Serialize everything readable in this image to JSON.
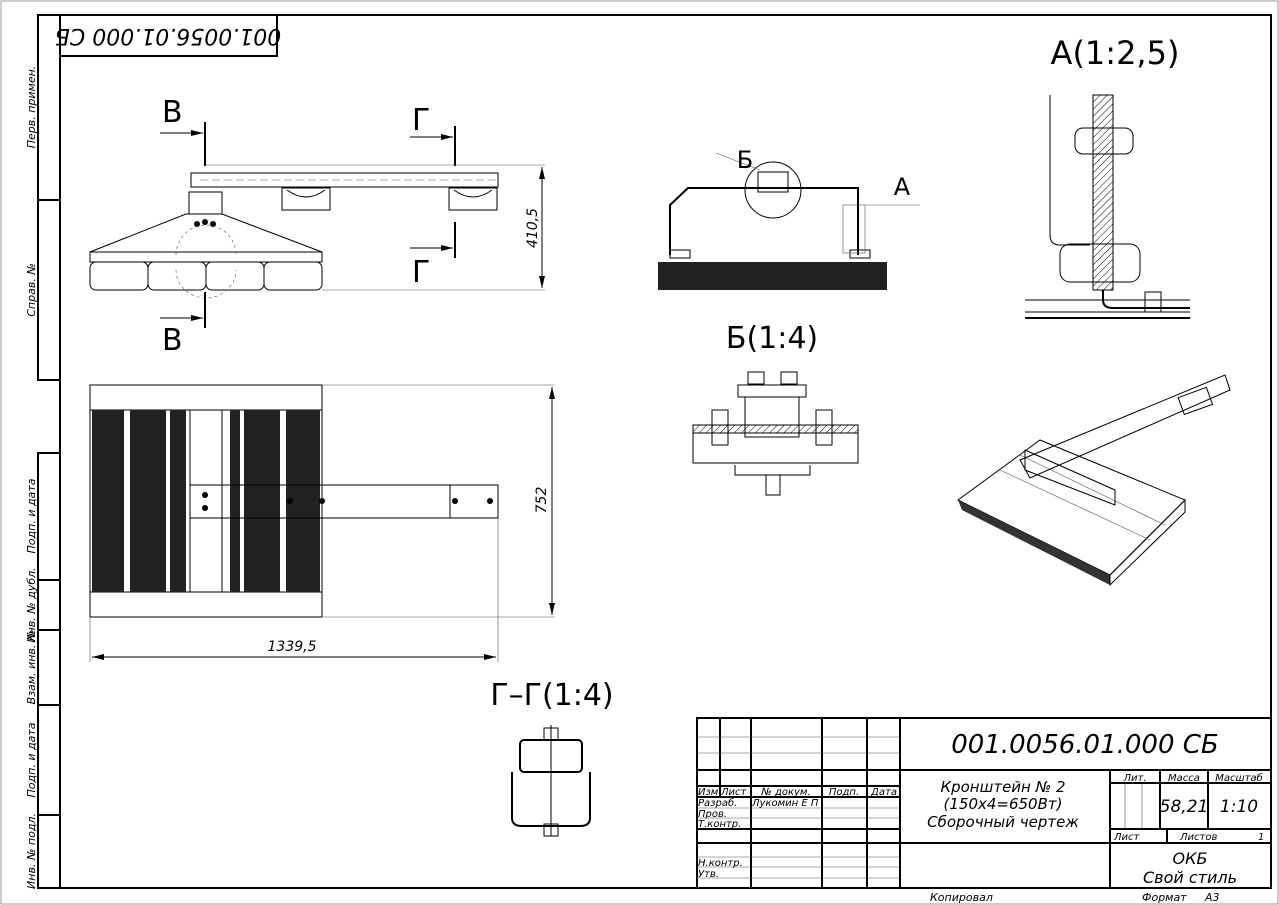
{
  "stamp_top": "001.0056.01.000 СБ",
  "side_strip": [
    "Перв. примен.",
    "Справ. №",
    "Подп. и дата",
    "Инв. № дубл.",
    "Взам. инв. №",
    "Подп. и дата",
    "Инв. № подл."
  ],
  "views": {
    "section_v": "В",
    "section_g": "Г",
    "label_a": "А",
    "label_b": "Б",
    "detail_a_title": "А(1:2,5)",
    "detail_b_title": "Б(1:4)",
    "section_gg_title": "Г–Г(1:4)"
  },
  "dimensions": {
    "height": "410,5",
    "depth": "752",
    "length": "1339,5"
  },
  "title_block": {
    "designation": "001.0056.01.000 СБ",
    "name_line1": "Кронштейн № 2",
    "name_line2": "(150x4=650Вт)",
    "name_line3": "Сборочный чертеж",
    "headers": {
      "izm": "Изм.",
      "list": "Лист",
      "doc": "№ докум.",
      "sign": "Подп.",
      "date": "Дата"
    },
    "roles": [
      "Разраб.",
      "Пров.",
      "Т.контр.",
      "Н.контр.",
      "Утв."
    ],
    "developer": "Лукомин Е П",
    "lit_label": "Лит.",
    "mass_label": "Масса",
    "scale_label": "Масштаб",
    "mass": "58,21",
    "scale": "1:10",
    "sheet_label": "Лист",
    "sheets_label": "Листов",
    "sheets": "1",
    "org_line1": "ОКБ",
    "org_line2": "Свой стиль",
    "copied": "Копировал",
    "format_label": "Формат",
    "format": "А3"
  }
}
